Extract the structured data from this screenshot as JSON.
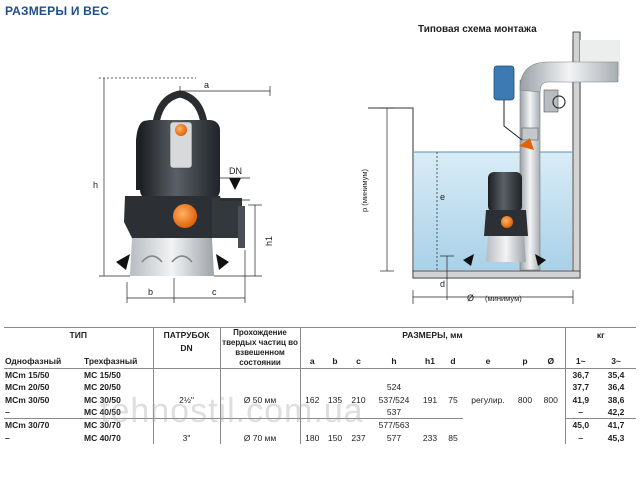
{
  "title": "РАЗМЕРЫ И ВЕС",
  "install_title": "Типовая схема монтажа",
  "pump_labels": {
    "a": "a",
    "h": "h",
    "dn": "DN",
    "h1": "h1",
    "b": "b",
    "c": "c"
  },
  "install_labels": {
    "e": "e",
    "p": "p (минимум)",
    "d": "d",
    "width_min": "(минимум)"
  },
  "watermark": "tehnostil.com.ua",
  "table": {
    "h_type": "ТИП",
    "h_pipe": "ПАТРУБОК",
    "h_passage": "Прохождение твердых частиц во взвешенном состоянии",
    "h_dims": "РАЗМЕРЫ, мм",
    "h_kg": "кг",
    "h_single": "Однофазный",
    "h_three": "Трехфазный",
    "h_dn": "DN",
    "cols": [
      "a",
      "b",
      "c",
      "h",
      "h1",
      "d",
      "e",
      "p",
      "Ø"
    ],
    "w1": "1~",
    "w3": "3~",
    "rows": [
      {
        "single": "MCm 15/50",
        "three": "MC 15/50",
        "w1": "36,7",
        "w3": "35,4"
      },
      {
        "single": "MCm 20/50",
        "three": "MC 20/50",
        "w1": "37,7",
        "w3": "36,4"
      },
      {
        "single": "MCm 30/50",
        "three": "MC 30/50",
        "w1": "41,9",
        "w3": "38,6"
      },
      {
        "single": "–",
        "three": "MC 40/50",
        "w1": "–",
        "w3": "42,2"
      },
      {
        "single": "MCm 30/70",
        "three": "MC 30/70",
        "w1": "45,0",
        "w3": "41,7"
      },
      {
        "single": "–",
        "three": "MC 40/70",
        "w1": "–",
        "w3": "45,3"
      }
    ],
    "g50": {
      "dn": "2½\"",
      "passage": "Ø 50 мм",
      "a": "162",
      "b": "135",
      "c": "210",
      "h_top": "524",
      "h_mid": "537/524",
      "h_bot": "537",
      "h1": "191",
      "d": "75"
    },
    "g70": {
      "dn": "3\"",
      "passage": "Ø 70 мм",
      "a": "180",
      "b": "150",
      "c": "237",
      "h_top": "577/563",
      "h_bot": "577",
      "h1": "233",
      "d": "85"
    },
    "common": {
      "e": "регулир.",
      "p": "800",
      "dia": "800"
    }
  }
}
